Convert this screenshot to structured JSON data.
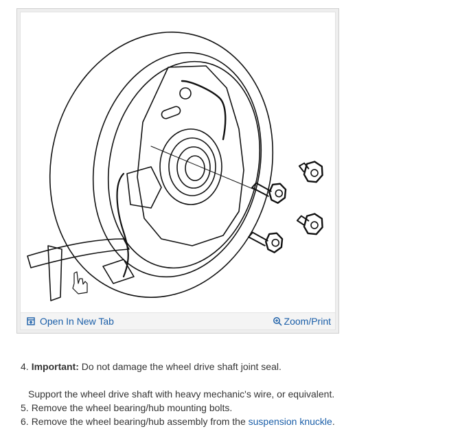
{
  "figure": {
    "open_tab_label": "Open In New Tab",
    "zoom_print_label": "Zoom/Print",
    "accent_color": "#1a5ea8"
  },
  "steps": [
    {
      "number": "4.",
      "label": "Important:",
      "text": " Do not damage the wheel drive shaft joint seal."
    },
    {
      "text": "Support the wheel drive shaft with heavy mechanic's wire, or equivalent."
    },
    {
      "number": "5.",
      "text": "Remove the wheel bearing/hub mounting bolts."
    },
    {
      "number": "6.",
      "text": "Remove the wheel bearing/hub assembly from the ",
      "link": "suspension knuckle",
      "suffix": "."
    }
  ]
}
